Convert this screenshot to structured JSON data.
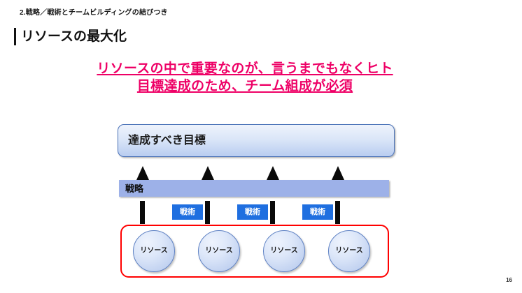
{
  "slide": {
    "breadcrumb": "2.戦略／戦術とチームビルディングの結びつき",
    "section_heading": "リソースの最大化",
    "page_number": "16",
    "headline": {
      "line1": "リソースの中で重要なのが、言うまでもなくヒト",
      "line2": "目標達成のため、チーム組成が必須",
      "color": "#ee0066"
    },
    "diagram": {
      "goal_box": {
        "label": "達成すべき目標",
        "border_color": "#4a72b8",
        "fill_top": "#eef3fc",
        "fill_bottom": "#b9cdf0"
      },
      "strategy_bar": {
        "label": "戦略",
        "color": "#9db1e8"
      },
      "arrows": [
        {
          "name": "arrow-up-1"
        },
        {
          "name": "arrow-up-2"
        },
        {
          "name": "arrow-up-3"
        },
        {
          "name": "arrow-up-4"
        }
      ],
      "tactic_boxes": [
        {
          "label": "戦術"
        },
        {
          "label": "戦術"
        },
        {
          "label": "戦術"
        }
      ],
      "tactic_color": "#1f6fe0",
      "resource_group": {
        "border_color": "#ff0000"
      },
      "resources": [
        {
          "label": "リソース"
        },
        {
          "label": "リソース"
        },
        {
          "label": "リソース"
        },
        {
          "label": "リソース"
        }
      ]
    }
  }
}
